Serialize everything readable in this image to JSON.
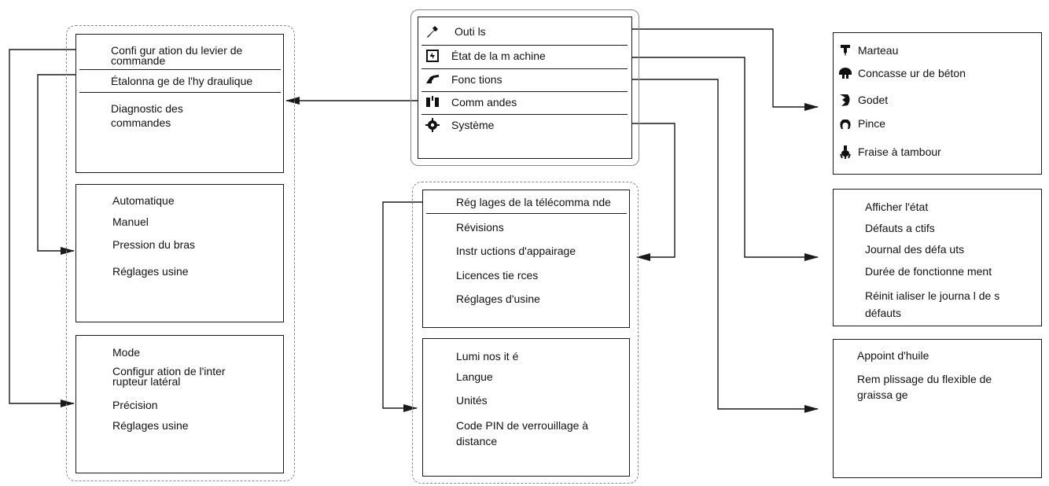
{
  "main_menu": {
    "items": [
      {
        "label": "Outi ls",
        "icon": "wrench-icon"
      },
      {
        "label": "État de la m achine",
        "icon": "machine-status-icon"
      },
      {
        "label": "Fonc tions",
        "icon": "functions-icon"
      },
      {
        "label": "Comm andes",
        "icon": "controls-icon"
      },
      {
        "label": "Système",
        "icon": "gear-icon"
      }
    ]
  },
  "commandes_menu": {
    "items": [
      "Confi gur ation du levier de commande",
      "Étalonna ge  de  l'hy draulique",
      "Diagnostic des commandes"
    ]
  },
  "hydraulique_menu": {
    "items": [
      "Automatique",
      "Manuel",
      "Pression du bras",
      "Réglages usine"
    ]
  },
  "levier_menu": {
    "items": [
      "Mode",
      "Configur ation de l'inter rupteur latéral",
      "Précision",
      "Réglages usine"
    ]
  },
  "systeme_menu": {
    "items": [
      "Rég lages de la  télécomma nde",
      "Révisions",
      "Instr uctions  d'appairage",
      "Licences tie rces",
      "Réglages d'usine"
    ]
  },
  "telecommande_menu": {
    "items": [
      "Lumi nos it é",
      "Langue",
      "Unités",
      "Code PIN de verrouillage à distance"
    ]
  },
  "outils_menu": {
    "items": [
      {
        "label": "Marteau",
        "icon": "hammer-icon"
      },
      {
        "label": "Concasse ur de béton",
        "icon": "crusher-icon"
      },
      {
        "label": "Godet",
        "icon": "bucket-icon"
      },
      {
        "label": "Pince",
        "icon": "gripper-icon"
      },
      {
        "label": "Fraise  à tambour",
        "icon": "drum-cutter-icon"
      }
    ]
  },
  "etat_menu": {
    "items": [
      "Afficher l'état",
      "Défauts a ctifs",
      "Journal des défa uts",
      "Durée de fonctionne ment",
      "Réinit ialiser le journa l de s défauts"
    ]
  },
  "fonctions_menu": {
    "items": [
      "Appoint d'huile",
      "Rem plissage du flexible de graissa ge"
    ]
  }
}
